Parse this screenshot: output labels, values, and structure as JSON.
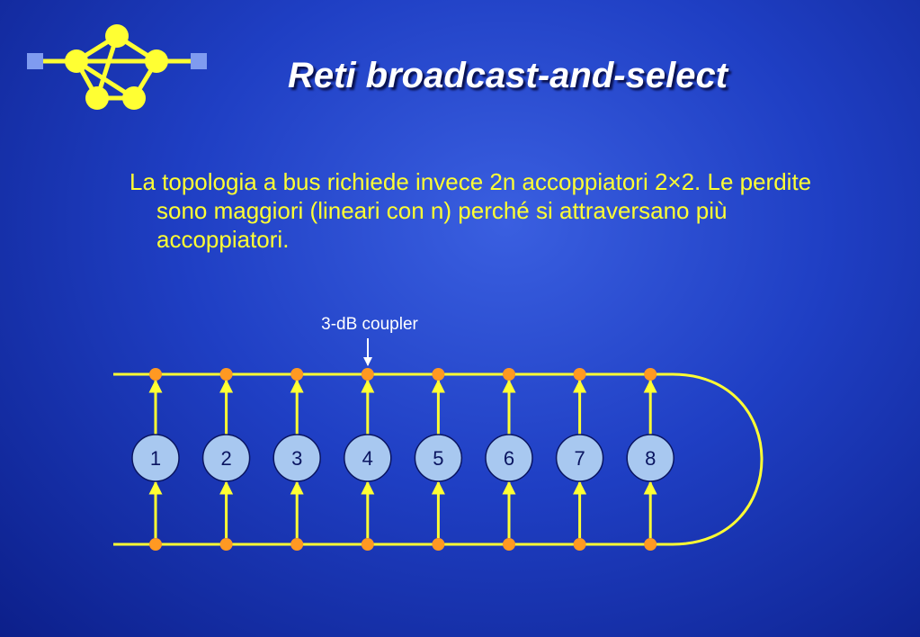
{
  "slide": {
    "title": "Reti broadcast-and-select",
    "paragraph": "La topologia a bus richiede invece 2n accoppiatori 2×2. Le perdite sono maggiori (lineari con n) perché si attraversano più accoppiatori."
  },
  "diagram": {
    "coupler_label": "3-dB coupler",
    "nodes": [
      "1",
      "2",
      "3",
      "4",
      "5",
      "6",
      "7",
      "8"
    ]
  },
  "colors": {
    "background": "#1f3fc4",
    "bus": "#ffff33",
    "coupler": "#ff9922",
    "node": "#a8c8f0",
    "title": "#ffffff"
  }
}
